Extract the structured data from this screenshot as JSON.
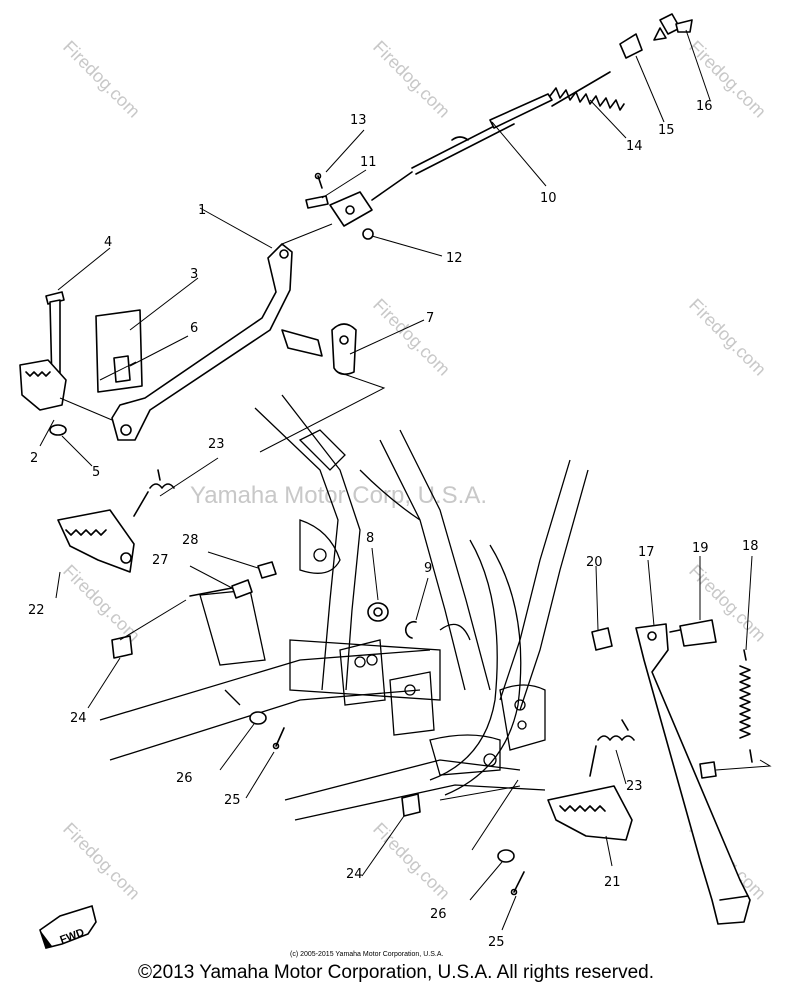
{
  "watermarks": {
    "brand": "Firedog.com",
    "center": "Yamaha Motor Corp, U.S.A."
  },
  "diagram": {
    "inner_copyright": "(c) 2005-2015 Yamaha Motor Corporation, U.S.A.",
    "fwd_label": "FWD",
    "callouts": [
      "1",
      "2",
      "3",
      "4",
      "5",
      "6",
      "7",
      "8",
      "9",
      "10",
      "11",
      "12",
      "13",
      "14",
      "15",
      "16",
      "17",
      "18",
      "19",
      "20",
      "21",
      "22",
      "23",
      "23",
      "24",
      "24",
      "25",
      "25",
      "26",
      "26",
      "27",
      "28"
    ]
  },
  "footer": {
    "copyright": "©2013 Yamaha Motor Corporation, U.S.A. All rights reserved."
  }
}
